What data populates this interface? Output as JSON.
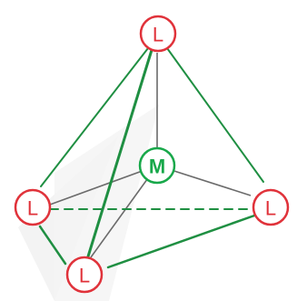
{
  "diagram": {
    "colors": {
      "ligand": "#e0323a",
      "metal": "#18a84a",
      "edge": "#1f8f42",
      "bond": "#6b6b6b",
      "watermark": "#efefef"
    },
    "atoms": {
      "ligand_top": {
        "label": "L"
      },
      "ligand_left": {
        "label": "L"
      },
      "ligand_right": {
        "label": "L"
      },
      "ligand_front": {
        "label": "L"
      },
      "metal_center": {
        "label": "M"
      }
    }
  }
}
